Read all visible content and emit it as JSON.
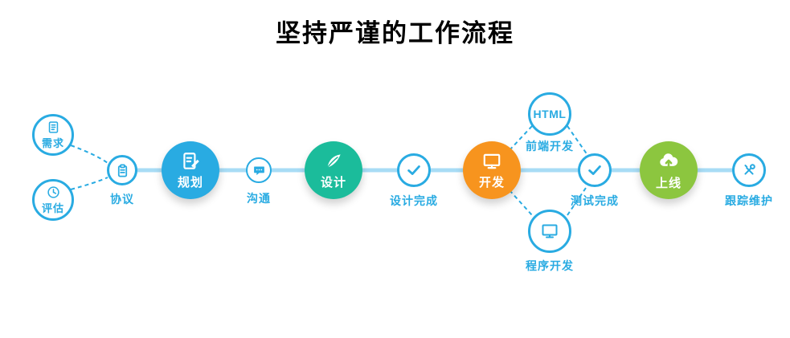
{
  "title": "坚持严谨的工作流程",
  "nodes": {
    "requirements": {
      "label": "需求",
      "icon": "memo-icon"
    },
    "evaluation": {
      "label": "评估",
      "icon": "clock-icon"
    },
    "agreement": {
      "label": "协议",
      "icon": "clipboard-icon"
    },
    "planning": {
      "label": "规划",
      "icon": "document-pen-icon"
    },
    "communication": {
      "label": "沟通",
      "icon": "chat-icon"
    },
    "design": {
      "label": "设计",
      "icon": "quill-pen-icon"
    },
    "design_done": {
      "label": "设计完成",
      "icon": "check-icon"
    },
    "development": {
      "label": "开发",
      "icon": "monitor-icon"
    },
    "html_node": {
      "label": "HTML"
    },
    "frontend_dev": {
      "label": "前端开发"
    },
    "program_dev": {
      "label": "程序开发",
      "icon": "monitor-icon"
    },
    "test_done": {
      "label": "测试完成",
      "icon": "check-icon"
    },
    "launch": {
      "label": "上线",
      "icon": "cloud-upload-icon"
    },
    "maintenance": {
      "label": "跟踪维护",
      "icon": "tools-icon"
    }
  },
  "colors": {
    "accent_blue": "#29abe2",
    "design_teal": "#1bbc9b",
    "development_orange": "#f7941e",
    "launch_green": "#8cc63f",
    "connector_line": "#a8dcf5"
  }
}
